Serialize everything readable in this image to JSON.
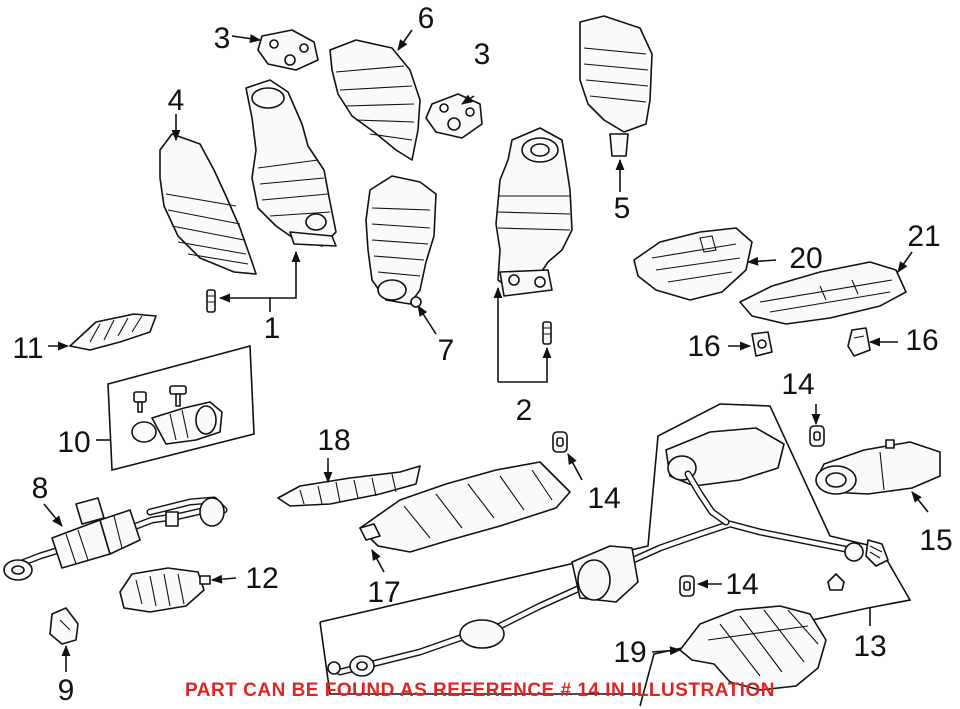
{
  "labels": {
    "n1": "1",
    "n2": "2",
    "n3a": "3",
    "n3b": "3",
    "n4": "4",
    "n5": "5",
    "n6": "6",
    "n7": "7",
    "n8": "8",
    "n9": "9",
    "n10": "10",
    "n11": "11",
    "n12": "12",
    "n13": "13",
    "n14a": "14",
    "n14b": "14",
    "n14c": "14",
    "n15": "15",
    "n16a": "16",
    "n16b": "16",
    "n17": "17",
    "n18": "18",
    "n19": "19",
    "n20": "20",
    "n21": "21"
  },
  "note": "PART CAN BE FOUND AS REFERENCE # 14 IN ILLUSTRATION",
  "colors": {
    "note": "#e02424",
    "line": "#111111"
  }
}
